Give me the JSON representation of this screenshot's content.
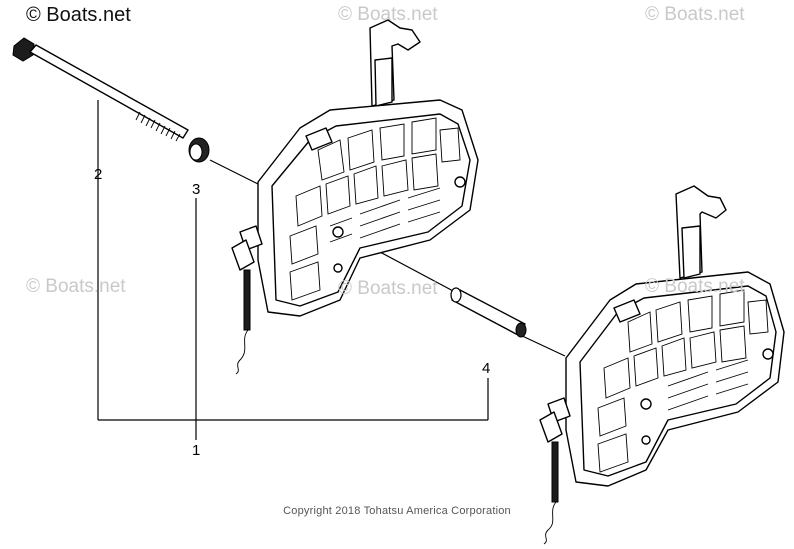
{
  "watermark_main": "© Boats.net",
  "watermarks": [
    "© Boats.net",
    "© Boats.net",
    "© Boats.net",
    "© Boats.net",
    "© Boats.net",
    "© Boats.net"
  ],
  "callouts": {
    "c1": "1",
    "c2": "2",
    "c3": "3",
    "c4": "4"
  },
  "copyright": "Copyright 2018 Tohatsu America Corporation"
}
